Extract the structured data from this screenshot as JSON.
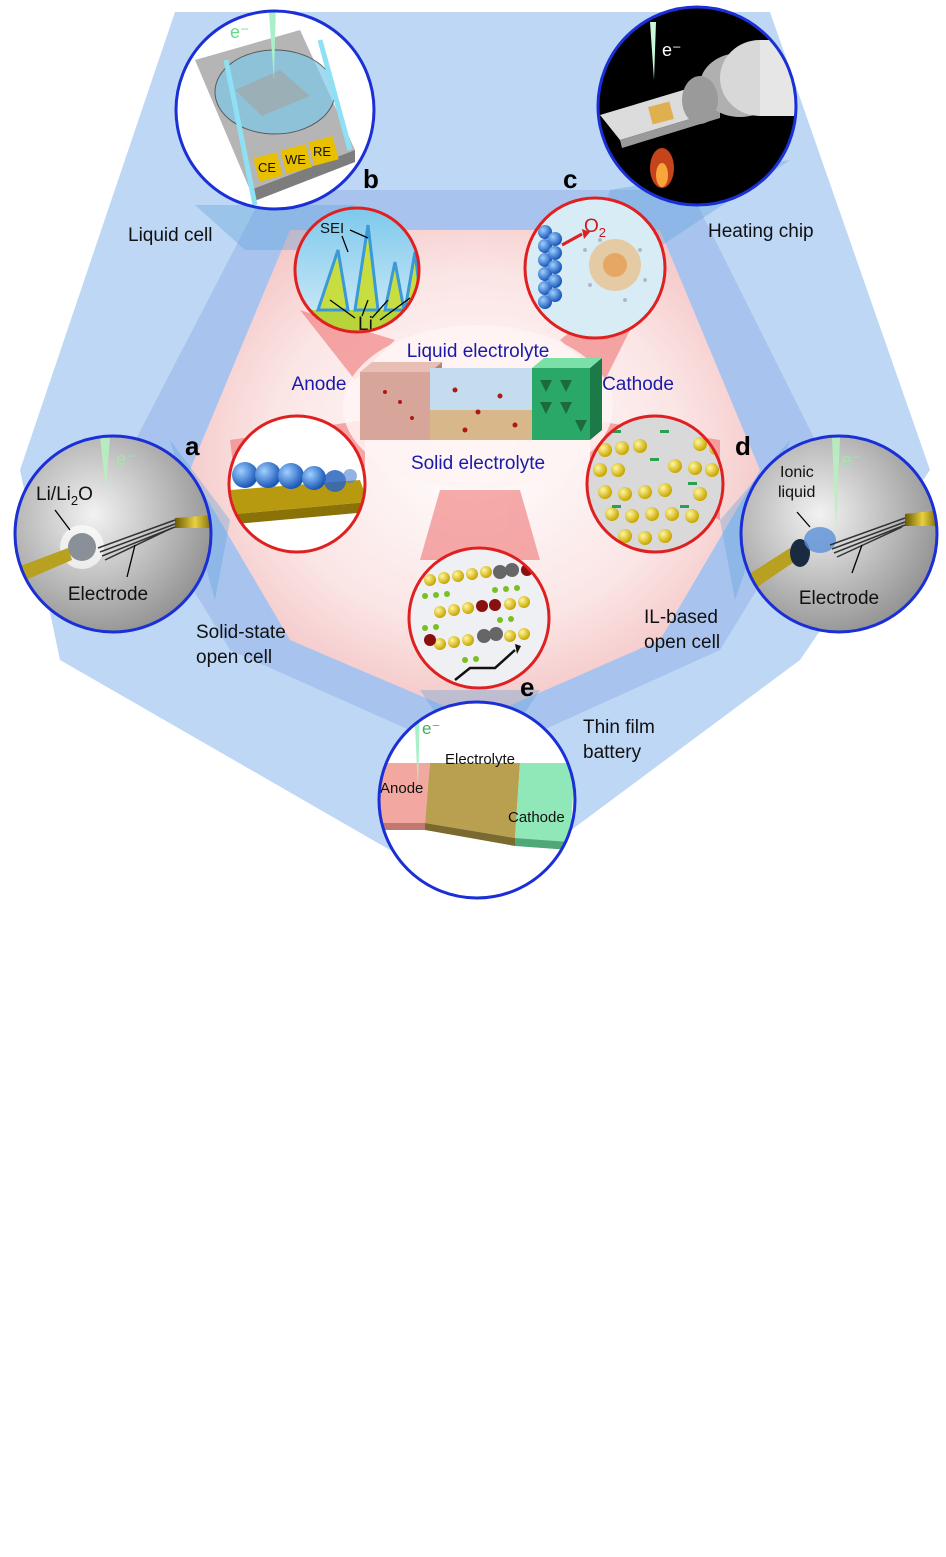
{
  "center": {
    "liquid_electrolyte": "Liquid electrolyte",
    "solid_electrolyte": "Solid electrolyte",
    "anode": "Anode",
    "cathode": "Cathode"
  },
  "panels": {
    "a": {
      "letter": "a",
      "caption_line1": "Solid-state",
      "caption_line2": "open cell",
      "inner_label1": "Li/Li",
      "inner_sub": "2",
      "inner_label1_end": "O",
      "inner_label2": "Electrode",
      "beam": "e⁻"
    },
    "b": {
      "letter": "b",
      "caption": "Liquid cell",
      "ce": "CE",
      "we": "WE",
      "re": "RE",
      "sei": "SEI",
      "li": "Li",
      "beam": "e⁻"
    },
    "c": {
      "letter": "c",
      "caption": "Heating chip",
      "o2": "O",
      "o2_sub": "2",
      "beam": "e⁻"
    },
    "d": {
      "letter": "d",
      "caption_line1": "IL-based",
      "caption_line2": "open cell",
      "ionic1": "Ionic",
      "ionic2": "liquid",
      "electrode": "Electrode",
      "beam": "e⁻"
    },
    "e": {
      "letter": "e",
      "caption_line1": "Thin film",
      "caption_line2": "battery",
      "electrolyte": "Electrolyte",
      "anode": "Anode",
      "cathode": "Cathode",
      "beam": "e⁻"
    }
  },
  "colors": {
    "outer_bg": "#bdd7f5",
    "inner_bg": "#f7d3d3",
    "red_ring": "#e02020",
    "blue_ring": "#1a2fd6",
    "label_blue": "#1a1aa8"
  }
}
